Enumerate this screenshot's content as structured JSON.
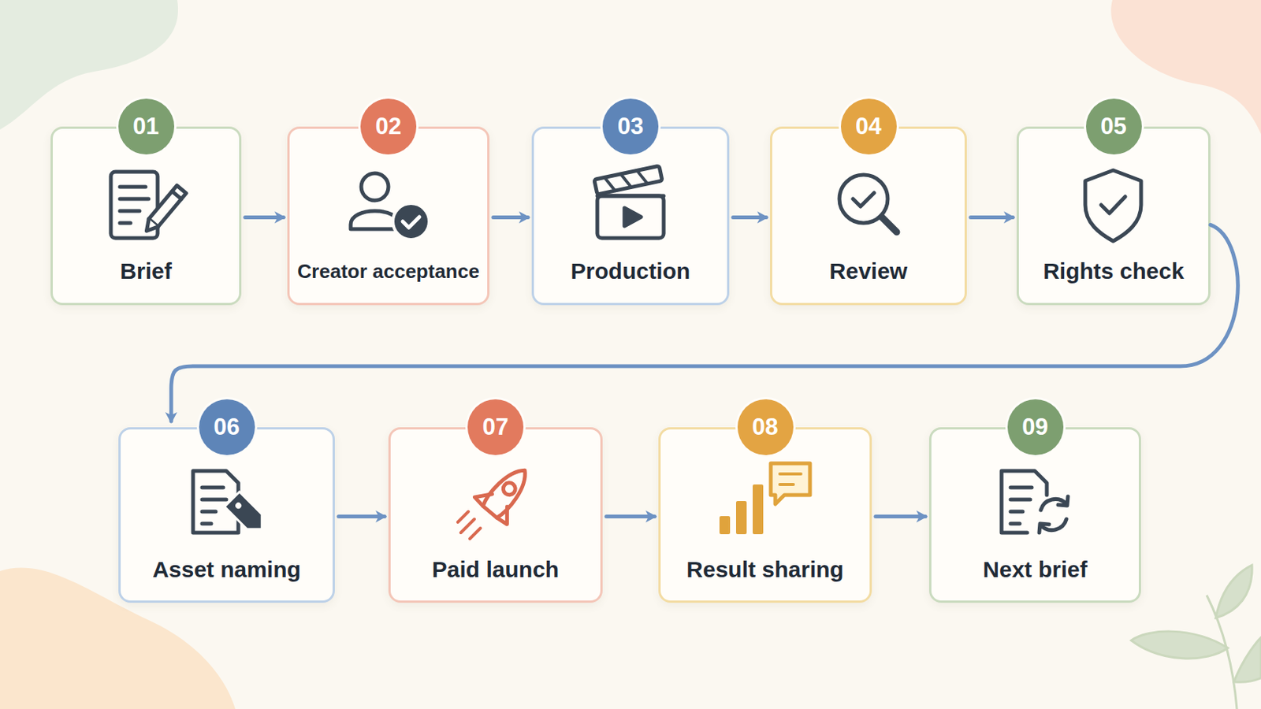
{
  "diagram": {
    "nodes": [
      {
        "text": [
          "01",
          "Brief"
        ]
      },
      {
        "text": [
          "02",
          "Creator acceptance"
        ]
      },
      {
        "text": [
          "03",
          "Production"
        ]
      },
      {
        "text": [
          "04",
          "Review"
        ]
      },
      {
        "text": [
          "05",
          "Rights check"
        ]
      },
      {
        "text": [
          "06",
          "Asset naming"
        ]
      },
      {
        "text": [
          "07",
          "Paid launch"
        ]
      },
      {
        "text": [
          "08",
          "Result sharing"
        ]
      },
      {
        "text": [
          "09",
          "Next brief"
        ]
      }
    ],
    "edges": [
      {
        "from": 0,
        "to": 1,
        "arrow": "to"
      },
      {
        "from": 1,
        "to": 2,
        "arrow": "to"
      },
      {
        "from": 2,
        "to": 3,
        "arrow": "to"
      },
      {
        "from": 3,
        "to": 4,
        "arrow": "to"
      },
      {
        "from": 4,
        "to": 5,
        "arrow": "to"
      },
      {
        "from": 5,
        "to": 6,
        "arrow": "to"
      },
      {
        "from": 6,
        "to": 7,
        "arrow": "to"
      },
      {
        "from": 7,
        "to": 8,
        "arrow": "to"
      }
    ]
  }
}
